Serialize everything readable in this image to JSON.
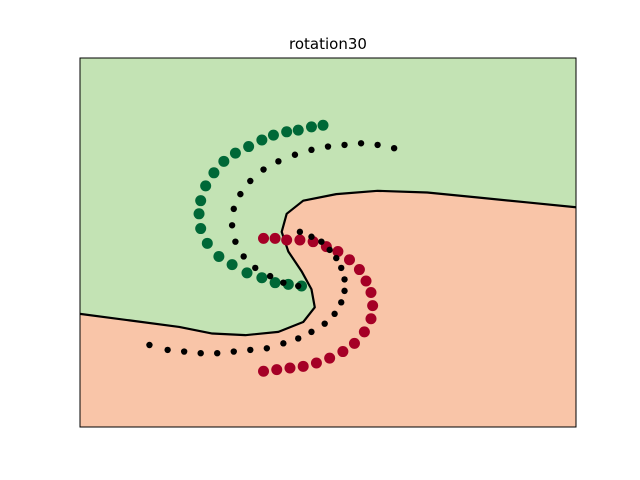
{
  "chart_data": {
    "type": "scatter",
    "title": "rotation30",
    "xlabel": "",
    "ylabel": "",
    "xlim": [
      -1.2,
      1.8
    ],
    "ylim": [
      -1.25,
      1.0
    ],
    "grid": false,
    "axes_ticks": false,
    "regions": [
      {
        "name": "class-0",
        "color": "#c3e3b4"
      },
      {
        "name": "class-1",
        "color": "#f9c5a8"
      }
    ],
    "decision_boundary": {
      "color": "#000000",
      "points": [
        [
          -1.2,
          -0.56
        ],
        [
          -0.9,
          -0.6
        ],
        [
          -0.6,
          -0.64
        ],
        [
          -0.4,
          -0.68
        ],
        [
          -0.2,
          -0.69
        ],
        [
          0.0,
          -0.67
        ],
        [
          0.15,
          -0.61
        ],
        [
          0.22,
          -0.52
        ],
        [
          0.2,
          -0.41
        ],
        [
          0.14,
          -0.3
        ],
        [
          0.06,
          -0.18
        ],
        [
          0.02,
          -0.06
        ],
        [
          0.05,
          0.05
        ],
        [
          0.15,
          0.13
        ],
        [
          0.35,
          0.17
        ],
        [
          0.6,
          0.19
        ],
        [
          0.9,
          0.18
        ],
        [
          1.2,
          0.15
        ],
        [
          1.5,
          0.12
        ],
        [
          1.8,
          0.09
        ]
      ]
    },
    "series": [
      {
        "color": "#006837",
        "values": [
          [
            0.27,
            0.59
          ],
          [
            0.2,
            0.58
          ],
          [
            0.12,
            0.56
          ],
          [
            0.05,
            0.55
          ],
          [
            -0.03,
            0.53
          ],
          [
            -0.1,
            0.5
          ],
          [
            -0.18,
            0.46
          ],
          [
            -0.26,
            0.42
          ],
          [
            -0.33,
            0.37
          ],
          [
            -0.39,
            0.3
          ],
          [
            -0.44,
            0.22
          ],
          [
            -0.47,
            0.13
          ],
          [
            -0.48,
            0.05
          ],
          [
            -0.47,
            -0.04
          ],
          [
            -0.43,
            -0.13
          ],
          [
            -0.36,
            -0.21
          ],
          [
            -0.28,
            -0.26
          ],
          [
            -0.19,
            -0.31
          ],
          [
            -0.1,
            -0.34
          ],
          [
            -0.02,
            -0.37
          ],
          [
            0.06,
            -0.38
          ],
          [
            0.14,
            -0.39
          ]
        ]
      },
      {
        "color": "#a50026",
        "values": [
          [
            -0.09,
            -0.1
          ],
          [
            -0.02,
            -0.1
          ],
          [
            0.05,
            -0.11
          ],
          [
            0.13,
            -0.11
          ],
          [
            0.21,
            -0.12
          ],
          [
            0.29,
            -0.15
          ],
          [
            0.36,
            -0.18
          ],
          [
            0.43,
            -0.23
          ],
          [
            0.49,
            -0.29
          ],
          [
            0.53,
            -0.36
          ],
          [
            0.56,
            -0.43
          ],
          [
            0.57,
            -0.51
          ],
          [
            0.56,
            -0.59
          ],
          [
            0.52,
            -0.67
          ],
          [
            0.46,
            -0.74
          ],
          [
            0.39,
            -0.79
          ],
          [
            0.31,
            -0.83
          ],
          [
            0.23,
            -0.86
          ],
          [
            0.15,
            -0.88
          ],
          [
            0.07,
            -0.89
          ],
          [
            -0.01,
            -0.9
          ],
          [
            -0.09,
            -0.91
          ]
        ]
      },
      {
        "color": "#000000",
        "values": [
          [
            0.7,
            0.45
          ],
          [
            0.6,
            0.47
          ],
          [
            0.5,
            0.48
          ],
          [
            0.4,
            0.47
          ],
          [
            0.3,
            0.46
          ],
          [
            0.2,
            0.44
          ],
          [
            0.1,
            0.41
          ],
          [
            0.0,
            0.37
          ],
          [
            -0.09,
            0.32
          ],
          [
            -0.17,
            0.25
          ],
          [
            -0.23,
            0.17
          ],
          [
            -0.27,
            0.08
          ],
          [
            -0.28,
            -0.02
          ],
          [
            -0.26,
            -0.12
          ],
          [
            -0.21,
            -0.21
          ],
          [
            -0.14,
            -0.28
          ],
          [
            -0.05,
            -0.33
          ],
          [
            0.03,
            -0.37
          ],
          [
            0.12,
            -0.39
          ],
          [
            0.13,
            -0.06
          ],
          [
            0.2,
            -0.09
          ],
          [
            0.26,
            -0.12
          ],
          [
            0.31,
            -0.17
          ],
          [
            0.35,
            -0.22
          ],
          [
            0.38,
            -0.28
          ],
          [
            0.4,
            -0.35
          ],
          [
            0.4,
            -0.42
          ],
          [
            0.38,
            -0.49
          ],
          [
            0.34,
            -0.56
          ],
          [
            0.28,
            -0.62
          ],
          [
            0.2,
            -0.67
          ],
          [
            0.12,
            -0.71
          ],
          [
            0.03,
            -0.74
          ],
          [
            -0.07,
            -0.77
          ],
          [
            -0.17,
            -0.78
          ],
          [
            -0.27,
            -0.79
          ],
          [
            -0.37,
            -0.8
          ],
          [
            -0.47,
            -0.8
          ],
          [
            -0.57,
            -0.79
          ],
          [
            -0.67,
            -0.78
          ],
          [
            -0.78,
            -0.75
          ]
        ]
      }
    ]
  }
}
